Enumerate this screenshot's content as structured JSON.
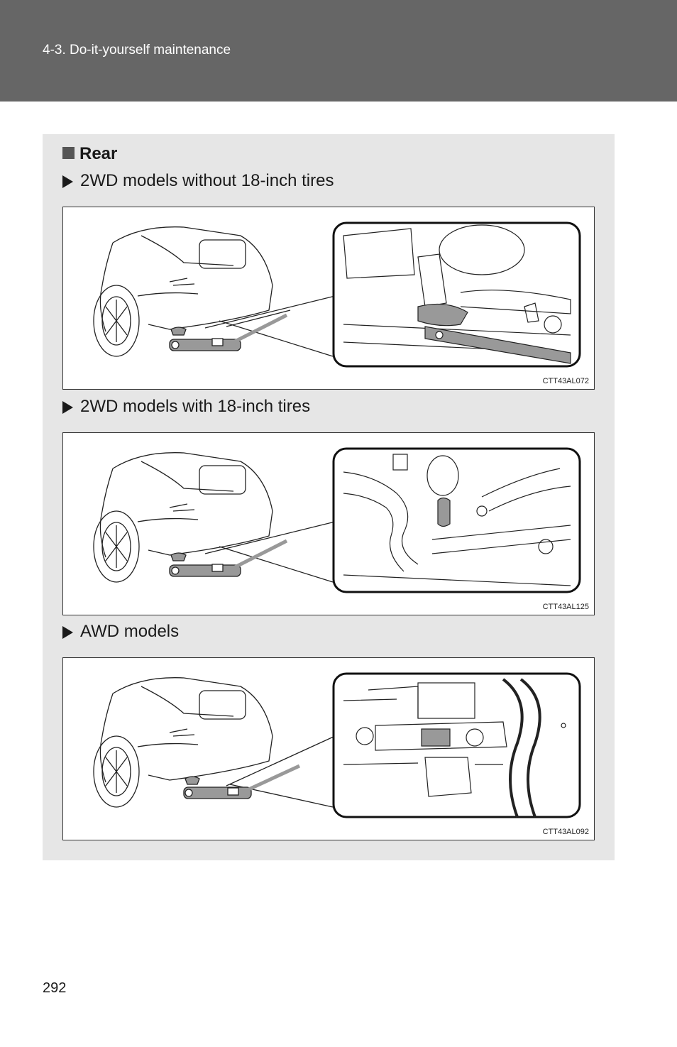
{
  "header": {
    "section_title": "4-3. Do-it-yourself maintenance"
  },
  "content": {
    "heading": "Rear",
    "figures": [
      {
        "label": "2WD models without 18-inch tires",
        "code": "CTT43AL072"
      },
      {
        "label": "2WD models with 18-inch tires",
        "code": "CTT43AL125"
      },
      {
        "label": "AWD models",
        "code": "CTT43AL092"
      }
    ]
  },
  "footer": {
    "page_number": "292"
  },
  "colors": {
    "header_bg": "#666666",
    "panel_bg": "#e6e6e6",
    "jack_fill": "#999999"
  }
}
